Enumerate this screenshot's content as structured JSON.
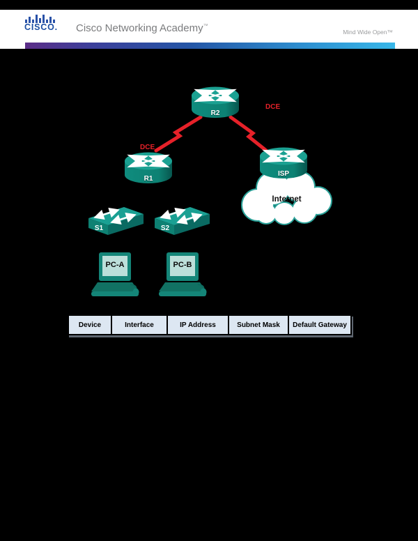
{
  "page": {
    "background": "#000000",
    "header_bg": "#ffffff"
  },
  "header": {
    "brand": "CISCO.",
    "academy": "Cisco Networking Academy",
    "academy_mark": "™",
    "tagline": "Mind Wide Open™",
    "logo_color": "#2a52a8",
    "gradient": [
      "#5b2d87",
      "#2456a6",
      "#38b7e8"
    ]
  },
  "topology": {
    "device_color": "#16978a",
    "link_color": "#e62129",
    "devices": [
      {
        "id": "R2",
        "type": "router",
        "label": "R2"
      },
      {
        "id": "R1",
        "type": "router",
        "label": "R1"
      },
      {
        "id": "ISP",
        "type": "router",
        "label": "ISP"
      },
      {
        "id": "S1",
        "type": "switch",
        "label": "S1"
      },
      {
        "id": "S2",
        "type": "switch",
        "label": "S2"
      },
      {
        "id": "PC-A",
        "type": "pc",
        "label": "PC-A"
      },
      {
        "id": "PC-B",
        "type": "pc",
        "label": "PC-B"
      }
    ],
    "cloud_label": "Internet",
    "links": [
      {
        "from": "R1",
        "to": "R2",
        "type": "serial",
        "label": "DCE"
      },
      {
        "from": "R2",
        "to": "ISP",
        "type": "serial",
        "label": "DCE"
      }
    ]
  },
  "table": {
    "headers": [
      "Device",
      "Interface",
      "IP Address",
      "Subnet Mask",
      "Default Gateway"
    ],
    "header_bg": "#dde7f2"
  }
}
